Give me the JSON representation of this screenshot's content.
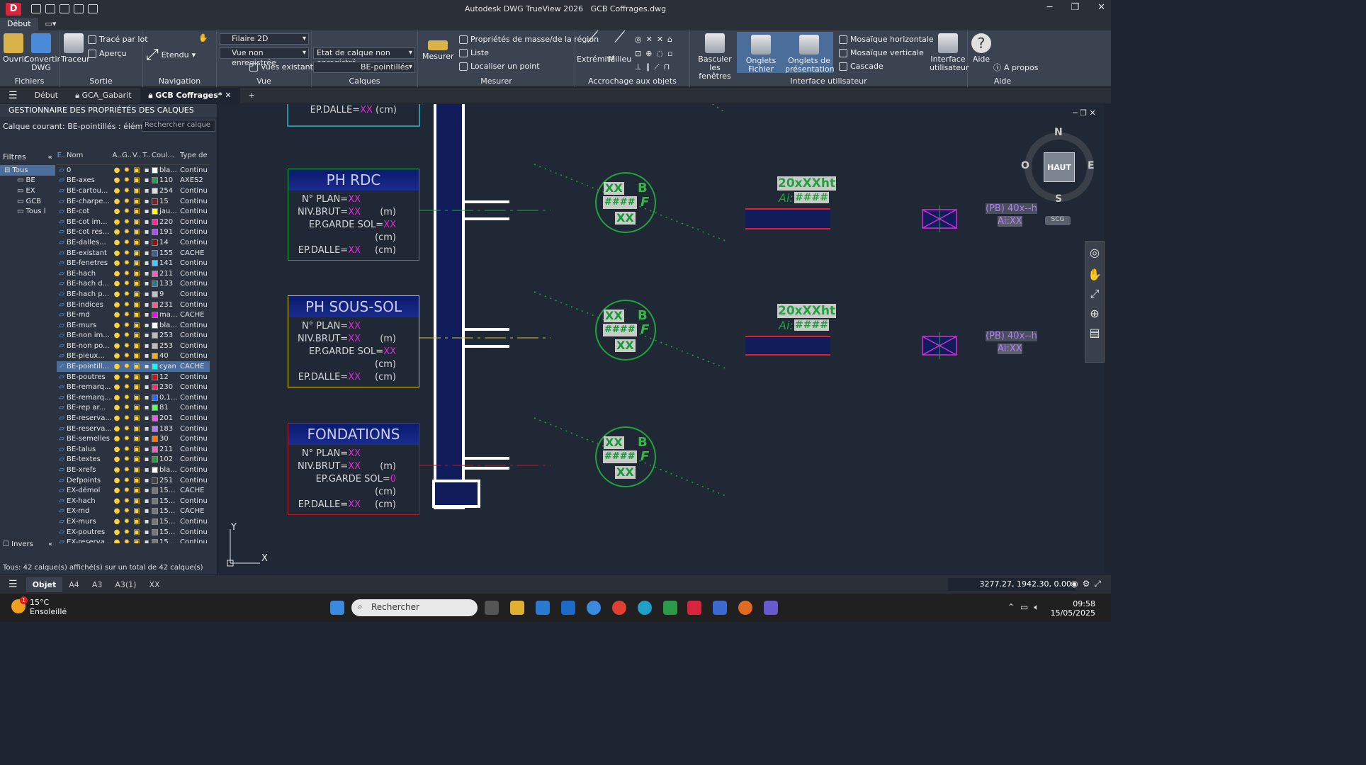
{
  "app": {
    "title": "Autodesk DWG TrueView 2026",
    "file": "GCB Coffrages.dwg",
    "logo": "D"
  },
  "ribbon_tabs": [
    "Début"
  ],
  "ribbon": {
    "fichiers": {
      "title": "Fichiers",
      "ouvrir": "Ouvrir",
      "convertir": "Convertir DWG"
    },
    "sortie": {
      "title": "Sortie",
      "traceur": "Traceur",
      "trace_par_lot": "Tracé par lot",
      "apercu": "Aperçu"
    },
    "navigation": {
      "title": "Navigation",
      "etendu": "Etendu"
    },
    "vue": {
      "title": "Vue",
      "visual_style": "Filaire 2D",
      "view_state": "Vue non enregistrée",
      "vues_existantes": "Vues existantes"
    },
    "calques": {
      "title": "Calques",
      "layer_state": "Etat de calque non enregistré",
      "current_layer": "BE-pointillés"
    },
    "mesurer": {
      "title": "Mesurer",
      "mesurer": "Mesurer",
      "proprietes": "Propriétés de masse/de la région",
      "liste": "Liste",
      "localiser": "Localiser un point"
    },
    "accrochage": {
      "title": "Accrochage aux objets",
      "extremite": "Extrémité",
      "milieu": "Milieu"
    },
    "interface": {
      "title": "Interface utilisateur",
      "basculer": "Basculer les fenêtres",
      "onglets_fichier": "Onglets Fichier",
      "onglets_presentation": "Onglets de présentation",
      "mosaique_h": "Mosaïque horizontale",
      "mosaique_v": "Mosaïque verticale",
      "cascade": "Cascade",
      "interface_utilisateur": "Interface utilisateur"
    },
    "aide": {
      "title": "Aide",
      "aide": "Aide",
      "a_propos": "A propos"
    }
  },
  "doc_tabs": [
    {
      "label": "Début"
    },
    {
      "label": "GCA_Gabarit"
    },
    {
      "label": "GCB Coffrages*"
    }
  ],
  "layer_panel": {
    "title": "GESTIONNAIRE DES PROPRIÉTÉS DES CALQUES",
    "current": "Calque courant: BE-pointillés : éléments de la",
    "search_placeholder": "Rechercher calque",
    "filters_label": "Filtres",
    "tree": [
      "Tous",
      "BE",
      "EX",
      "GCB",
      "Tous l"
    ],
    "headers": {
      "e": "E..",
      "nom": "Nom",
      "a": "A..",
      "g": "G..",
      "v": "V..",
      "t": "T..",
      "coul": "Coul...",
      "type": "Type de"
    },
    "invers": "Invers",
    "status": "Tous: 42 calque(s) affiché(s) sur un total de 42 calque(s)",
    "layers": [
      {
        "name": "0",
        "color": "bla...",
        "hex": "#ffffff",
        "type": "Continu"
      },
      {
        "name": "BE-axes",
        "color": "110",
        "hex": "#1fa35b",
        "type": "AXES2"
      },
      {
        "name": "BE-cartou...",
        "color": "254",
        "hex": "#dddddd",
        "type": "Continu"
      },
      {
        "name": "BE-charpe...",
        "color": "15",
        "hex": "#8a1c1c",
        "type": "Continu"
      },
      {
        "name": "BE-cot",
        "color": "jau...",
        "hex": "#ffff00",
        "type": "Continu"
      },
      {
        "name": "BE-cot im...",
        "color": "220",
        "hex": "#ff2aa0",
        "type": "Continu"
      },
      {
        "name": "BE-cot res...",
        "color": "191",
        "hex": "#b04cff",
        "type": "Continu"
      },
      {
        "name": "BE-dalles...",
        "color": "14",
        "hex": "#9a1010",
        "type": "Continu"
      },
      {
        "name": "BE-existant",
        "color": "155",
        "hex": "#3a5f9a",
        "type": "CACHE"
      },
      {
        "name": "BE-fenetres",
        "color": "141",
        "hex": "#4cc8ff",
        "type": "Continu"
      },
      {
        "name": "BE-hach",
        "color": "211",
        "hex": "#ff5acd",
        "type": "Continu"
      },
      {
        "name": "BE-hach d...",
        "color": "133",
        "hex": "#2a7a9a",
        "type": "Continu"
      },
      {
        "name": "BE-hach p...",
        "color": "9",
        "hex": "#c0c0c0",
        "type": "Continu"
      },
      {
        "name": "BE-indices",
        "color": "231",
        "hex": "#ff5a8a",
        "type": "Continu"
      },
      {
        "name": "BE-md",
        "color": "ma...",
        "hex": "#ff00ff",
        "type": "CACHE"
      },
      {
        "name": "BE-murs",
        "color": "bla...",
        "hex": "#ffffff",
        "type": "Continu"
      },
      {
        "name": "BE-non im...",
        "color": "253",
        "hex": "#bbbbbb",
        "type": "Continu"
      },
      {
        "name": "BE-non po...",
        "color": "253",
        "hex": "#bbbbbb",
        "type": "Continu"
      },
      {
        "name": "BE-pieux...",
        "color": "40",
        "hex": "#ffaa00",
        "type": "Continu"
      },
      {
        "name": "BE-pointill...",
        "color": "cyan",
        "hex": "#00ffff",
        "type": "CACHE"
      },
      {
        "name": "BE-poutres",
        "color": "12",
        "hex": "#d01010",
        "type": "Continu"
      },
      {
        "name": "BE-remarq...",
        "color": "230",
        "hex": "#ff2a7a",
        "type": "Continu"
      },
      {
        "name": "BE-remarq...",
        "color": "0,1...",
        "hex": "#2a6aff",
        "type": "Continu"
      },
      {
        "name": "BE-rep ar...",
        "color": "81",
        "hex": "#5aff5a",
        "type": "Continu"
      },
      {
        "name": "BE-reserva...",
        "color": "201",
        "hex": "#ff4aff",
        "type": "Continu"
      },
      {
        "name": "BE-reserva...",
        "color": "183",
        "hex": "#b47aff",
        "type": "Continu"
      },
      {
        "name": "BE-semelles",
        "color": "30",
        "hex": "#ff7a00",
        "type": "Continu"
      },
      {
        "name": "BE-talus",
        "color": "211",
        "hex": "#ff5acd",
        "type": "Continu"
      },
      {
        "name": "BE-textes",
        "color": "102",
        "hex": "#1fa33b",
        "type": "Continu"
      },
      {
        "name": "BE-xrefs",
        "color": "bla...",
        "hex": "#ffffff",
        "type": "Continu"
      },
      {
        "name": "Defpoints",
        "color": "251",
        "hex": "#444444",
        "type": "Continu"
      },
      {
        "name": "EX-démol",
        "color": "15...",
        "hex": "#777777",
        "type": "CACHE"
      },
      {
        "name": "EX-hach",
        "color": "15...",
        "hex": "#777777",
        "type": "Continu"
      },
      {
        "name": "EX-md",
        "color": "15...",
        "hex": "#777777",
        "type": "CACHE"
      },
      {
        "name": "EX-murs",
        "color": "15...",
        "hex": "#777777",
        "type": "Continu"
      },
      {
        "name": "EX-poutres",
        "color": "15...",
        "hex": "#777777",
        "type": "Continu"
      },
      {
        "name": "EX-reserva...",
        "color": "15...",
        "hex": "#777777",
        "type": "Continu"
      }
    ]
  },
  "drawing": {
    "boxes": [
      {
        "title": "PH RDC",
        "border": "#1fa33b",
        "lines": [
          [
            "N° PLAN=",
            "XX",
            ""
          ],
          [
            "NIV.BRUT=",
            "XX",
            "(m)"
          ],
          [
            "EP.GARDE SOL=",
            "XX",
            "(cm)"
          ],
          [
            "EP.DALLE=",
            "XX",
            "(cm)"
          ]
        ]
      },
      {
        "title": "PH SOUS-SOL",
        "border": "#d4c12a",
        "lines": [
          [
            "N° PLAN=",
            "XX",
            ""
          ],
          [
            "NIV.BRUT=",
            "XX",
            "(m)"
          ],
          [
            "EP.GARDE SOL=",
            "XX",
            "(cm)"
          ],
          [
            "EP.DALLE=",
            "XX",
            "(cm)"
          ]
        ]
      },
      {
        "title": "FONDATIONS",
        "border": "#c0181e",
        "lines": [
          [
            "N° PLAN=",
            "XX",
            ""
          ],
          [
            "NIV.BRUT=",
            "XX",
            "(m)"
          ],
          [
            "EP.GARDE SOL=",
            "0",
            "(cm)"
          ],
          [
            "EP.DALLE=",
            "XX",
            "(cm)"
          ]
        ]
      }
    ],
    "top_partial": [
      "EP.DALLE=",
      "XX",
      "(cm)"
    ],
    "circle_xx": "XX",
    "circle_hash": "####",
    "circle_b": "B",
    "circle_f": "F",
    "beam_label": "20xXXht",
    "beam_ai": "Ai:",
    "beam_hash": "####",
    "pb_label": "(PB) 40x--h",
    "pb_ai": "Ai:XX",
    "scg": "SCG",
    "viewcube": {
      "n": "N",
      "s": "S",
      "e": "E",
      "o": "O",
      "face": "HAUT"
    },
    "ucs": {
      "x": "X",
      "y": "Y"
    }
  },
  "status_bar": {
    "tabs": [
      "Objet",
      "A4",
      "A3",
      "A3(1)",
      "XX"
    ],
    "coords": "3277.27, 1942.30, 0.00"
  },
  "taskbar": {
    "temp": "15°C",
    "weather": "Ensoleillé",
    "badge": "1",
    "search": "Rechercher",
    "time": "09:58",
    "date": "15/05/2025"
  }
}
